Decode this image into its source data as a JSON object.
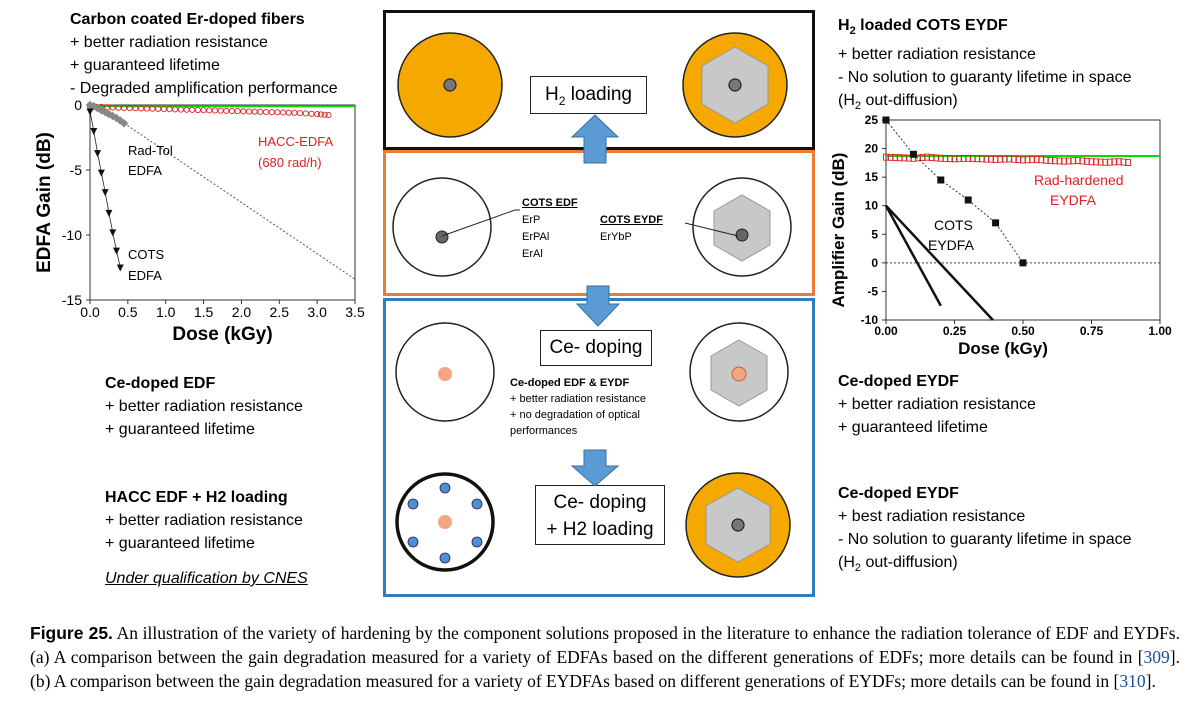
{
  "top_left": {
    "title": "Carbon coated Er-doped fibers",
    "items": [
      "+ better radiation resistance",
      "+ guaranteed lifetime",
      "- Degraded amplification performance"
    ]
  },
  "top_right": {
    "title_pre": "H",
    "title_sub": "2",
    "title_post": " loaded COTS EYDF",
    "line1": "+ better radiation resistance",
    "line2": "- No solution to guaranty lifetime in space",
    "line3_pre": "(H",
    "line3_sub": "2",
    "line3_post": " out-diffusion)"
  },
  "mid_left": {
    "title": "Ce-doped EDF",
    "items": [
      "+ better radiation resistance",
      "+ guaranteed lifetime"
    ]
  },
  "bottom_left": {
    "title": "HACC EDF + H2 loading",
    "items": [
      "+ better radiation resistance",
      "+ guaranteed lifetime"
    ],
    "note": "Under qualification by CNES"
  },
  "mid_right": {
    "title": "Ce-doped EYDF",
    "items": [
      "+ better radiation resistance",
      "+ guaranteed lifetime"
    ]
  },
  "bottom_right": {
    "title": "Ce-doped EYDF",
    "line1": "+ best radiation resistance",
    "line2": "- No solution to guaranty lifetime in space",
    "line3_pre": "(H",
    "line3_sub": "2",
    "line3_post": " out-diffusion)"
  },
  "center": {
    "h2_pre": "H",
    "h2_sub": "2",
    "h2_post": " loading",
    "cots_edf": {
      "title": "COTS EDF",
      "items": [
        "ErP",
        "ErPAl",
        "ErAl"
      ]
    },
    "cots_eydf": {
      "title": "COTS EYDF",
      "items": [
        "ErYbP"
      ]
    },
    "ce_doping": "Ce- doping",
    "ce_desc": [
      "Ce-doped EDF & EYDF",
      "+ better radiation resistance",
      "+ no degradation of optical",
      "performances"
    ],
    "ce_h2_1": "Ce- doping",
    "ce_h2_2": "+ H2 loading"
  },
  "caption": {
    "label": "Figure 25.",
    "part1": " An illustration of the variety of hardening by the component solutions proposed in the literature to enhance the radiation tolerance of EDF and EYDFs. (a) A comparison between the gain degradation measured for a variety of EDFAs based on the different generations of EDFs; more details can be found in [",
    "ref1": "309",
    "part2": "]. (b) A comparison between the gain degradation measured for a variety of EYDFAs based on different generations of EYDFs; more details can be found in [",
    "ref2": "310",
    "part3": "]."
  },
  "colors": {
    "orange": "#f5a800",
    "blue_box": "#2f7ec1",
    "orange_box": "#ed7d31",
    "arrow": "#5b9bd5",
    "green": "#00dd00",
    "red": "#e02020",
    "ce_dot": "#f4a582",
    "blue_dot": "#4f8fd0"
  },
  "chart_data": [
    {
      "type": "line",
      "xlabel": "Dose (kGy)",
      "ylabel": "EDFA Gain (dB)",
      "xlim": [
        0,
        3.5
      ],
      "ylim": [
        -15,
        0
      ],
      "xticks": [
        "0.0",
        "0.5",
        "1.0",
        "1.5",
        "2.0",
        "2.5",
        "3.0",
        "3.5"
      ],
      "yticks": [
        "0",
        "-5",
        "-10",
        "-15"
      ],
      "annotations": [
        "Rad-Tol",
        "EDFA",
        "HACC-EDFA",
        "(680 rad/h)",
        "COTS",
        "EDFA"
      ],
      "series": [
        {
          "name": "HACC-EDFA",
          "x": [
            0,
            0.3,
            0.6,
            0.9,
            1.2,
            1.5,
            1.8,
            2.1,
            2.4,
            2.7,
            3.0,
            3.2
          ],
          "y": [
            -0.1,
            -0.2,
            -0.25,
            -0.3,
            -0.35,
            -0.4,
            -0.45,
            -0.5,
            -0.55,
            -0.6,
            -0.7,
            -0.8
          ]
        },
        {
          "name": "Rad-Tol EDFA",
          "x": [
            0,
            0.05,
            0.1,
            0.15,
            0.2,
            0.25,
            0.3,
            0.35,
            0.4,
            0.45
          ],
          "y": [
            0,
            -0.1,
            -0.25,
            -0.4,
            -0.55,
            -0.7,
            -0.85,
            -1.0,
            -1.2,
            -1.4
          ]
        },
        {
          "name": "Rad-Tol EDFA extrapolation",
          "x": [
            0.45,
            3.5
          ],
          "y": [
            -1.4,
            -13.4
          ]
        },
        {
          "name": "COTS EDFA",
          "x": [
            0,
            0.05,
            0.1,
            0.15,
            0.2,
            0.25,
            0.3,
            0.35,
            0.4
          ],
          "y": [
            -0.5,
            -2,
            -3.7,
            -5.2,
            -6.7,
            -8.3,
            -9.8,
            -11.2,
            -12.5
          ]
        },
        {
          "name": "reference",
          "x": [
            0,
            3.5
          ],
          "y": [
            -0.1,
            -0.1
          ]
        }
      ]
    },
    {
      "type": "line",
      "xlabel": "Dose (kGy)",
      "ylabel": "Amplifier Gain (dB)",
      "xlim": [
        0,
        1.0
      ],
      "ylim": [
        -10,
        25
      ],
      "xticks": [
        "0.00",
        "0.25",
        "0.50",
        "0.75",
        "1.00"
      ],
      "yticks": [
        "25",
        "20",
        "15",
        "10",
        "5",
        "0",
        "-5",
        "-10"
      ],
      "annotations": [
        "Rad-hardened",
        "EYDFA",
        "COTS",
        "EYDFA"
      ],
      "series": [
        {
          "name": "Rad-hardened EYDFA",
          "x": [
            0,
            0.05,
            0.1,
            0.15,
            0.2,
            0.25,
            0.3,
            0.35,
            0.4,
            0.45,
            0.5,
            0.55,
            0.6,
            0.65,
            0.7,
            0.75,
            0.8,
            0.85,
            0.9
          ],
          "y": [
            18.5,
            18.4,
            18.3,
            18.5,
            18.3,
            18.2,
            18.3,
            18.2,
            18.1,
            18.2,
            18.0,
            18.1,
            17.9,
            17.8,
            17.9,
            17.7,
            17.6,
            17.7,
            17.5
          ]
        },
        {
          "name": "reference",
          "x": [
            0,
            1.0
          ],
          "y": [
            18.7,
            18.7
          ]
        },
        {
          "name": "H2 loaded COTS EYDF",
          "x": [
            0,
            0.1,
            0.2,
            0.3,
            0.4,
            0.5
          ],
          "y": [
            25,
            19,
            14.5,
            11,
            7,
            0
          ]
        },
        {
          "name": "COTS EYDFA 1",
          "x": [
            0,
            0.2
          ],
          "y": [
            10,
            -7.5
          ]
        },
        {
          "name": "COTS EYDFA 2",
          "x": [
            0,
            0.39
          ],
          "y": [
            10,
            -10
          ]
        },
        {
          "name": "zero",
          "x": [
            0,
            1.0
          ],
          "y": [
            0,
            0
          ]
        }
      ]
    }
  ]
}
